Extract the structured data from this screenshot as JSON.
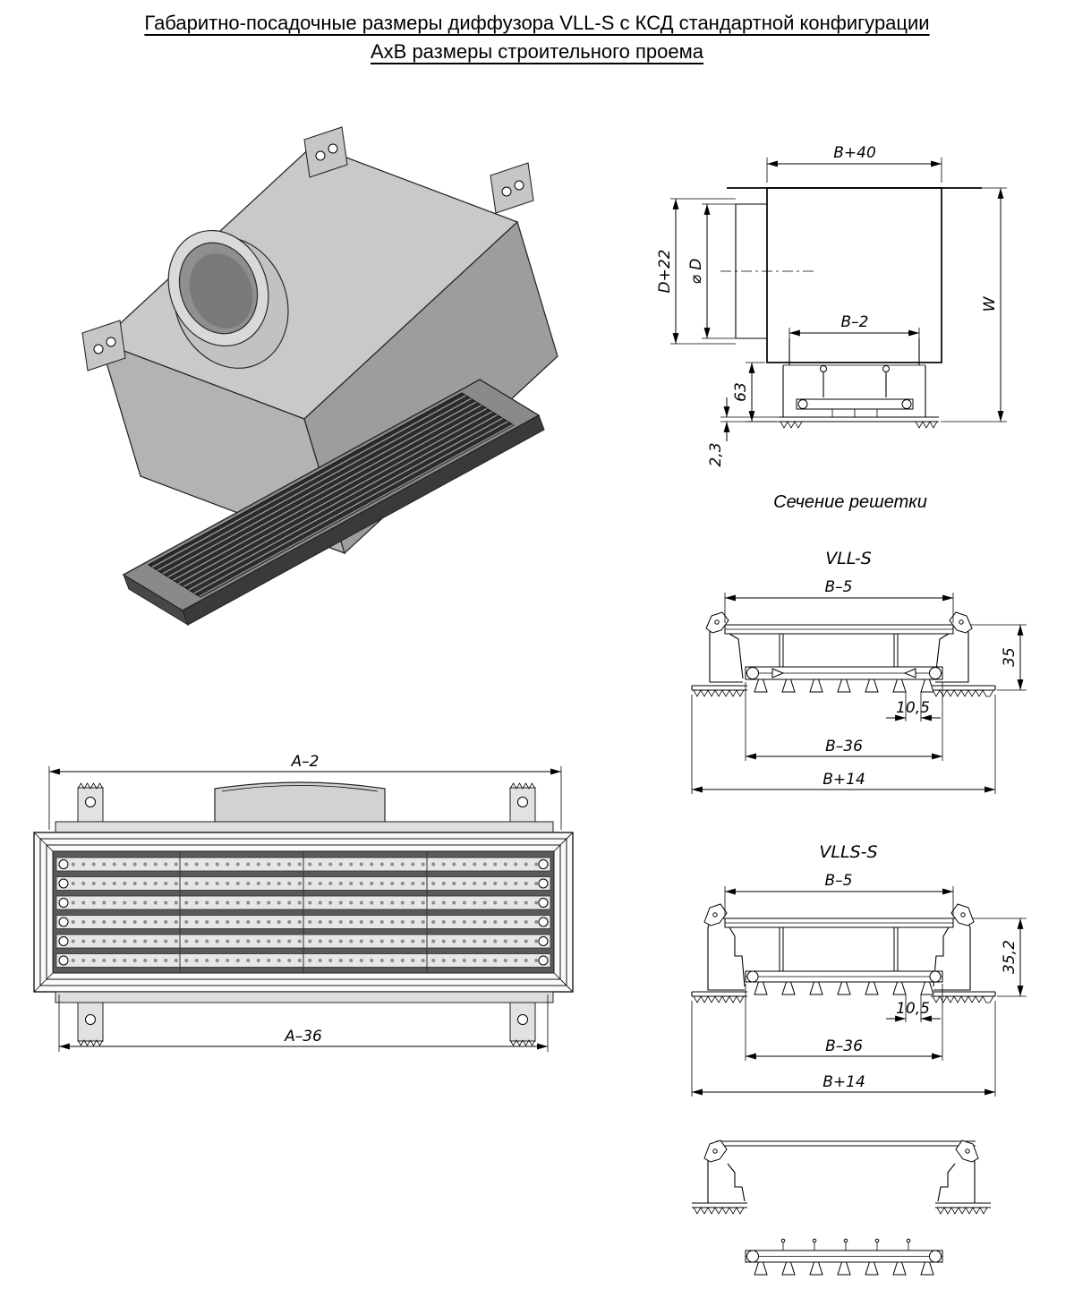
{
  "title": {
    "line1": "Габаритно-посадочные размеры диффузора VLL-S с КСД стандартной конфигурации",
    "line2": "АхВ размеры строительного проема"
  },
  "section_view": {
    "dim_top_width": "B+40",
    "dim_hole_height": "D+22",
    "dim_diameter": "⌀ D",
    "dim_neck_width": "B–2",
    "dim_total_height": "W",
    "dim_frame_height": "63",
    "dim_lip": "2,3"
  },
  "grille_section": {
    "heading": "Сечение решетки"
  },
  "vll_s": {
    "label": "VLL-S",
    "dim_top": "B–5",
    "dim_height": "35",
    "dim_slot": "10,5",
    "dim_inner": "B–36",
    "dim_outer": "B+14"
  },
  "vlls_s": {
    "label": "VLLS-S",
    "dim_top": "B–5",
    "dim_height": "35,2",
    "dim_slot": "10,5",
    "dim_inner": "B–36",
    "dim_outer": "B+14"
  },
  "plan_view": {
    "dim_overall": "A–2",
    "dim_inner": "A–36"
  }
}
